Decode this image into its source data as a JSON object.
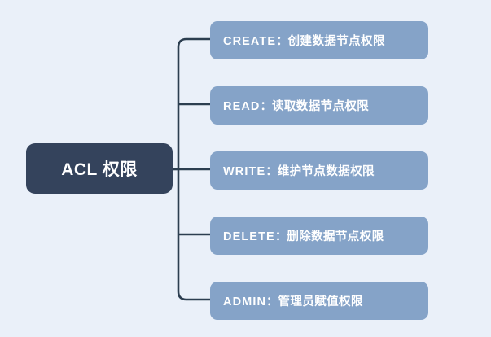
{
  "diagram": {
    "type": "mind-map",
    "background_color": "#eaf0f9",
    "root": {
      "label": "ACL 权限",
      "fill_color": "#34435c",
      "text_color": "#ffffff"
    },
    "branch_color": "#2c3e50",
    "children": [
      {
        "key": "CREATE",
        "separator": "：",
        "description": "创建数据节点权限",
        "label": "CREATE：创建数据节点权限",
        "fill_color": "#85a3c8",
        "text_color": "#ffffff"
      },
      {
        "key": "READ",
        "separator": "：",
        "description": "读取数据节点权限",
        "label": "READ：读取数据节点权限",
        "fill_color": "#85a3c8",
        "text_color": "#ffffff"
      },
      {
        "key": "WRITE",
        "separator": "：",
        "description": "维护节点数据权限",
        "label": "WRITE：维护节点数据权限",
        "fill_color": "#85a3c8",
        "text_color": "#ffffff"
      },
      {
        "key": "DELETE",
        "separator": "：",
        "description": "删除数据节点权限",
        "label": "DELETE：删除数据节点权限",
        "fill_color": "#85a3c8",
        "text_color": "#ffffff"
      },
      {
        "key": "ADMIN",
        "separator": "：",
        "description": "管理员赋值权限",
        "label": "ADMIN：管理员赋值权限",
        "fill_color": "#85a3c8",
        "text_color": "#ffffff"
      }
    ]
  }
}
